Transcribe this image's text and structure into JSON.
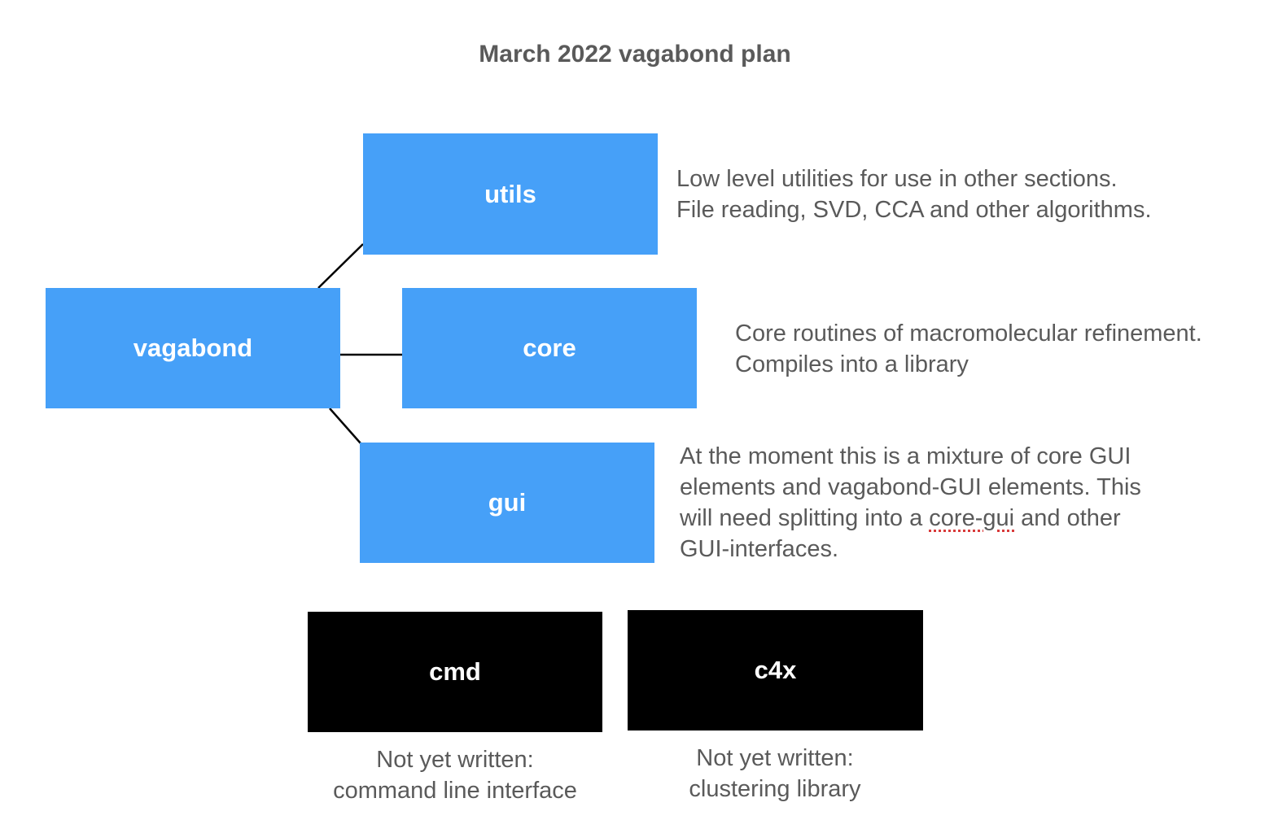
{
  "title": "March 2022 vagabond plan",
  "nodes": {
    "vagabond": "vagabond",
    "utils": "utils",
    "core": "core",
    "gui": "gui",
    "cmd": "cmd",
    "c4x": "c4x"
  },
  "descriptions": {
    "utils": [
      "Low level utilities for use in other sections.",
      "File reading, SVD, CCA and other algorithms."
    ],
    "core": [
      "Core routines of macromolecular refinement.",
      "Compiles into a library"
    ],
    "gui": {
      "line1": "At the moment this is a mixture of core GUI",
      "line2": "elements and vagabond-GUI elements. This",
      "line3_pre": "will need splitting into a ",
      "line3_flag": "core-gui",
      "line3_post": " and other",
      "line4": "GUI-interfaces."
    }
  },
  "captions": {
    "cmd": [
      "Not yet written:",
      "command line interface"
    ],
    "c4x": [
      "Not yet written:",
      "clustering library"
    ]
  },
  "colors": {
    "blue_box": "#46a0f8",
    "black_box": "#000000",
    "text": "#5a5a5a",
    "connector": "#000000"
  }
}
